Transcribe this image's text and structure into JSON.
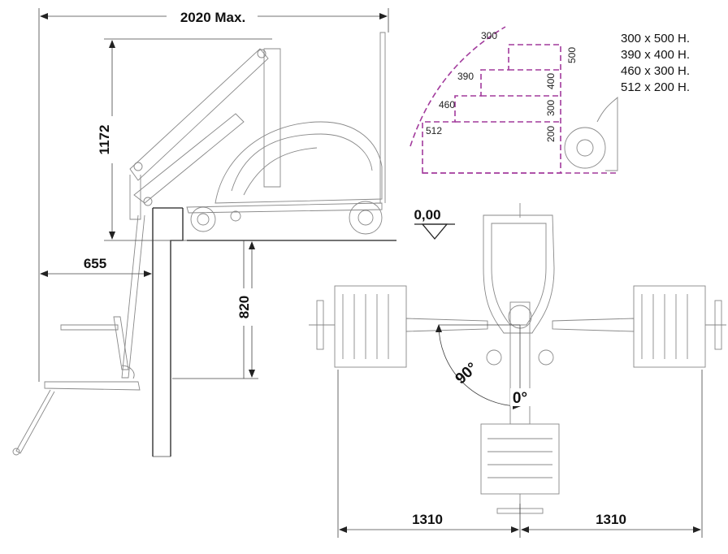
{
  "dimensions": {
    "total_width": "2020  Max.",
    "mast_height": "1172",
    "reach": "655",
    "depth": "820",
    "level": "0,00",
    "left_span": "1310",
    "right_span": "1310",
    "rotation_90": "90°",
    "rotation_0": "0°"
  },
  "steps": {
    "labels": [
      "300",
      "390",
      "460",
      "512"
    ],
    "heights": [
      "500",
      "400",
      "300",
      "200"
    ]
  },
  "step_specs": [
    "300 x 500 H.",
    "390 x 400 H.",
    "460 x 300 H.",
    "512 x 200 H."
  ],
  "colors": {
    "line": "#222222",
    "step_dash": "#a23a9c",
    "background": "#ffffff"
  }
}
